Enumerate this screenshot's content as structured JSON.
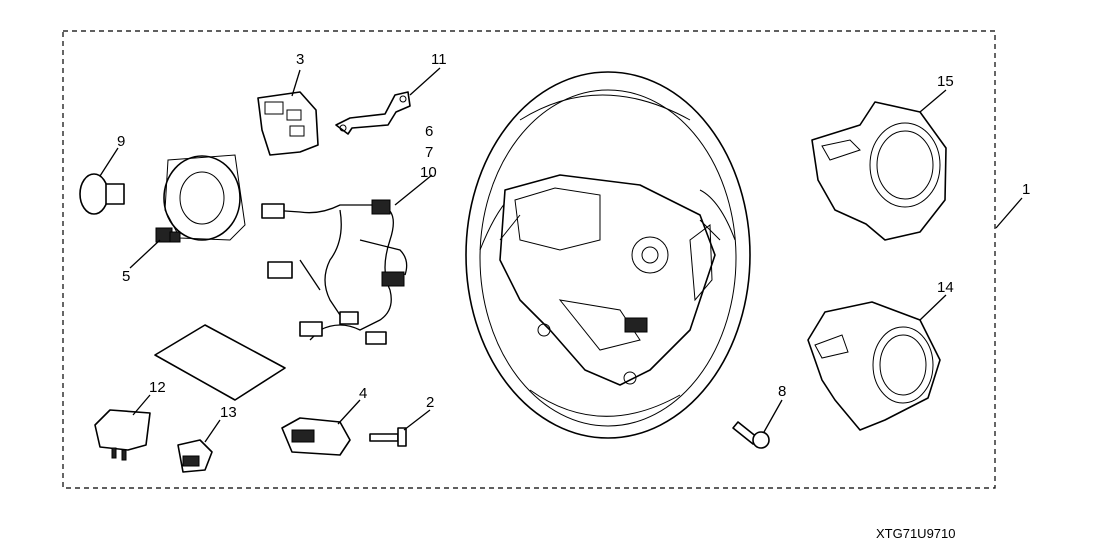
{
  "diagram": {
    "code": "XTG71U9710",
    "callouts": {
      "c1": "1",
      "c2": "2",
      "c3": "3",
      "c4": "4",
      "c5": "5",
      "c6": "6",
      "c7": "7",
      "c8": "8",
      "c9": "9",
      "c10": "10",
      "c11": "11",
      "c12": "12",
      "c13": "13",
      "c14": "14",
      "c15": "15"
    }
  }
}
